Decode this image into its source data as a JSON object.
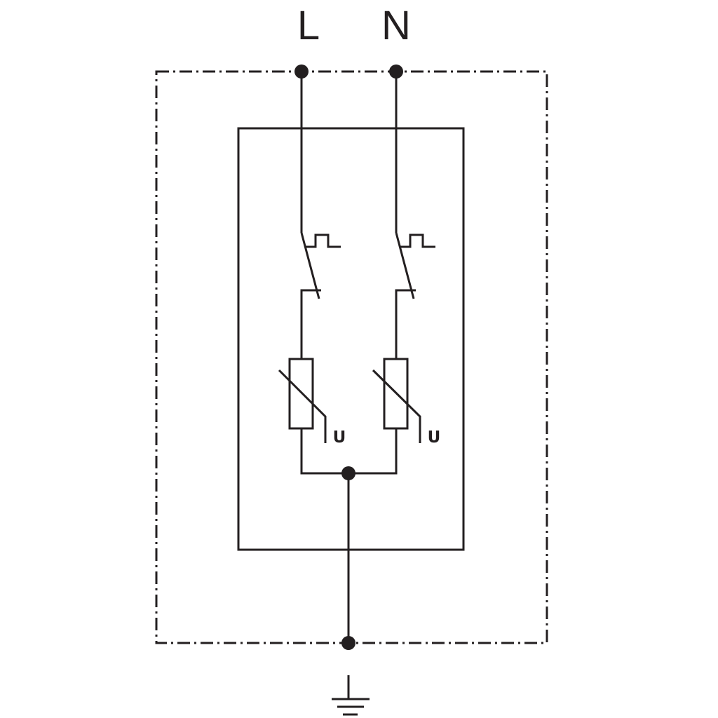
{
  "diagram": {
    "terminals": {
      "line": "L",
      "neutral": "N"
    },
    "branches": [
      {
        "varistor_label": "U"
      },
      {
        "varistor_label": "U"
      }
    ],
    "colors": {
      "stroke": "#231f20",
      "background": "#ffffff"
    }
  }
}
